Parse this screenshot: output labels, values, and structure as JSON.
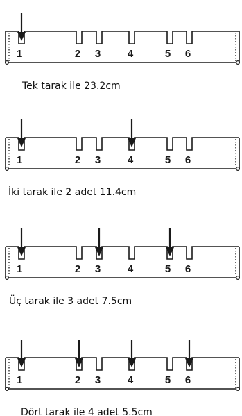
{
  "slot_numbers": [
    "1",
    "2",
    "3",
    "4",
    "5",
    "6"
  ],
  "panels": [
    {
      "caption": "Tek tarak ile 23.2cm",
      "arrow_slots": [
        1
      ]
    },
    {
      "caption": "İki tarak ile 2 adet 11.4cm",
      "arrow_slots": [
        1,
        4
      ]
    },
    {
      "caption": "Üç tarak ile 3 adet 7.5cm",
      "arrow_slots": [
        1,
        3,
        5
      ]
    },
    {
      "caption": "Dört tarak ile 4 adet 5.5cm",
      "arrow_slots": [
        1,
        2,
        4,
        6
      ]
    }
  ],
  "colors": {
    "stroke": "#1a1a1a",
    "text": "#111111",
    "background": "#ffffff"
  }
}
